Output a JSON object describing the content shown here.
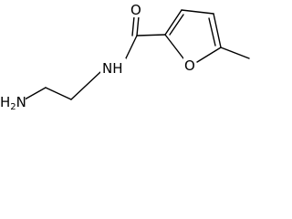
{
  "molecule": {
    "colors": {
      "bond": "#000000",
      "background": "#ffffff"
    },
    "atoms": {
      "amine": {
        "main": "H",
        "sub": "2",
        "tail": "N"
      },
      "amide_nitrogen": "NH",
      "carbonyl_oxygen": "O",
      "ring_oxygen": "O"
    }
  }
}
